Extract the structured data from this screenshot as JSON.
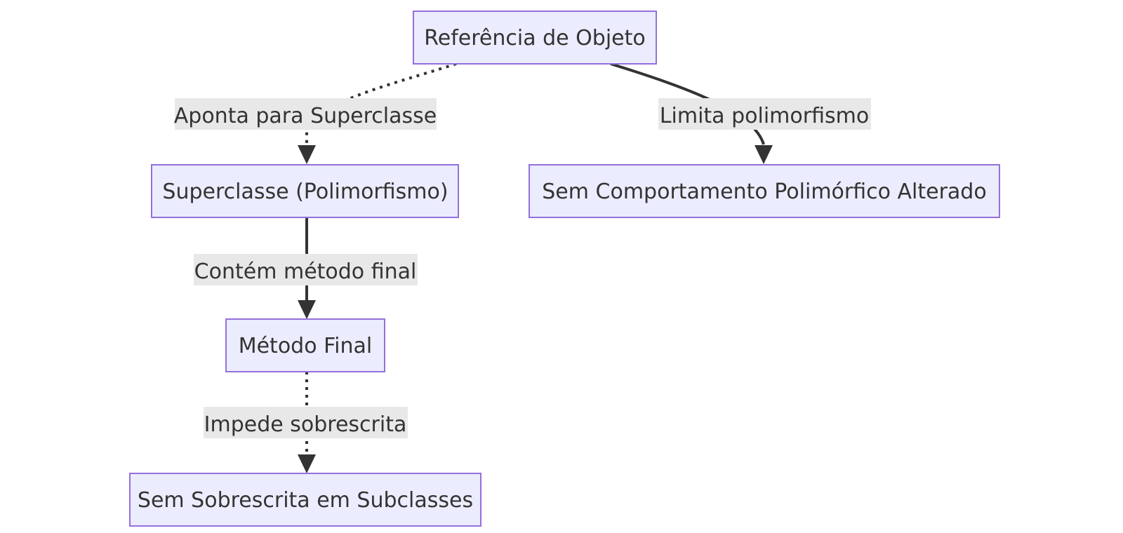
{
  "diagram": {
    "nodes": {
      "objref": {
        "label": "Referência de Objeto"
      },
      "superclass": {
        "label": "Superclasse (Polimorfismo)"
      },
      "nopoly": {
        "label": "Sem Comportamento Polimórfico Alterado"
      },
      "finalmethod": {
        "label": "Método Final"
      },
      "nooverride": {
        "label": "Sem Sobrescrita em Subclasses"
      }
    },
    "edges": {
      "e1": {
        "label": "Aponta para Superclasse",
        "style": "dotted"
      },
      "e2": {
        "label": "Limita polimorfismo",
        "style": "solid"
      },
      "e3": {
        "label": "Contém método final",
        "style": "solid"
      },
      "e4": {
        "label": "Impede sobrescrita",
        "style": "dotted"
      }
    },
    "colors": {
      "node_fill": "#ECECFF",
      "node_stroke": "#9370DB",
      "edge": "#333333",
      "label_bg": "#E8E8E8",
      "text": "#333333"
    }
  }
}
